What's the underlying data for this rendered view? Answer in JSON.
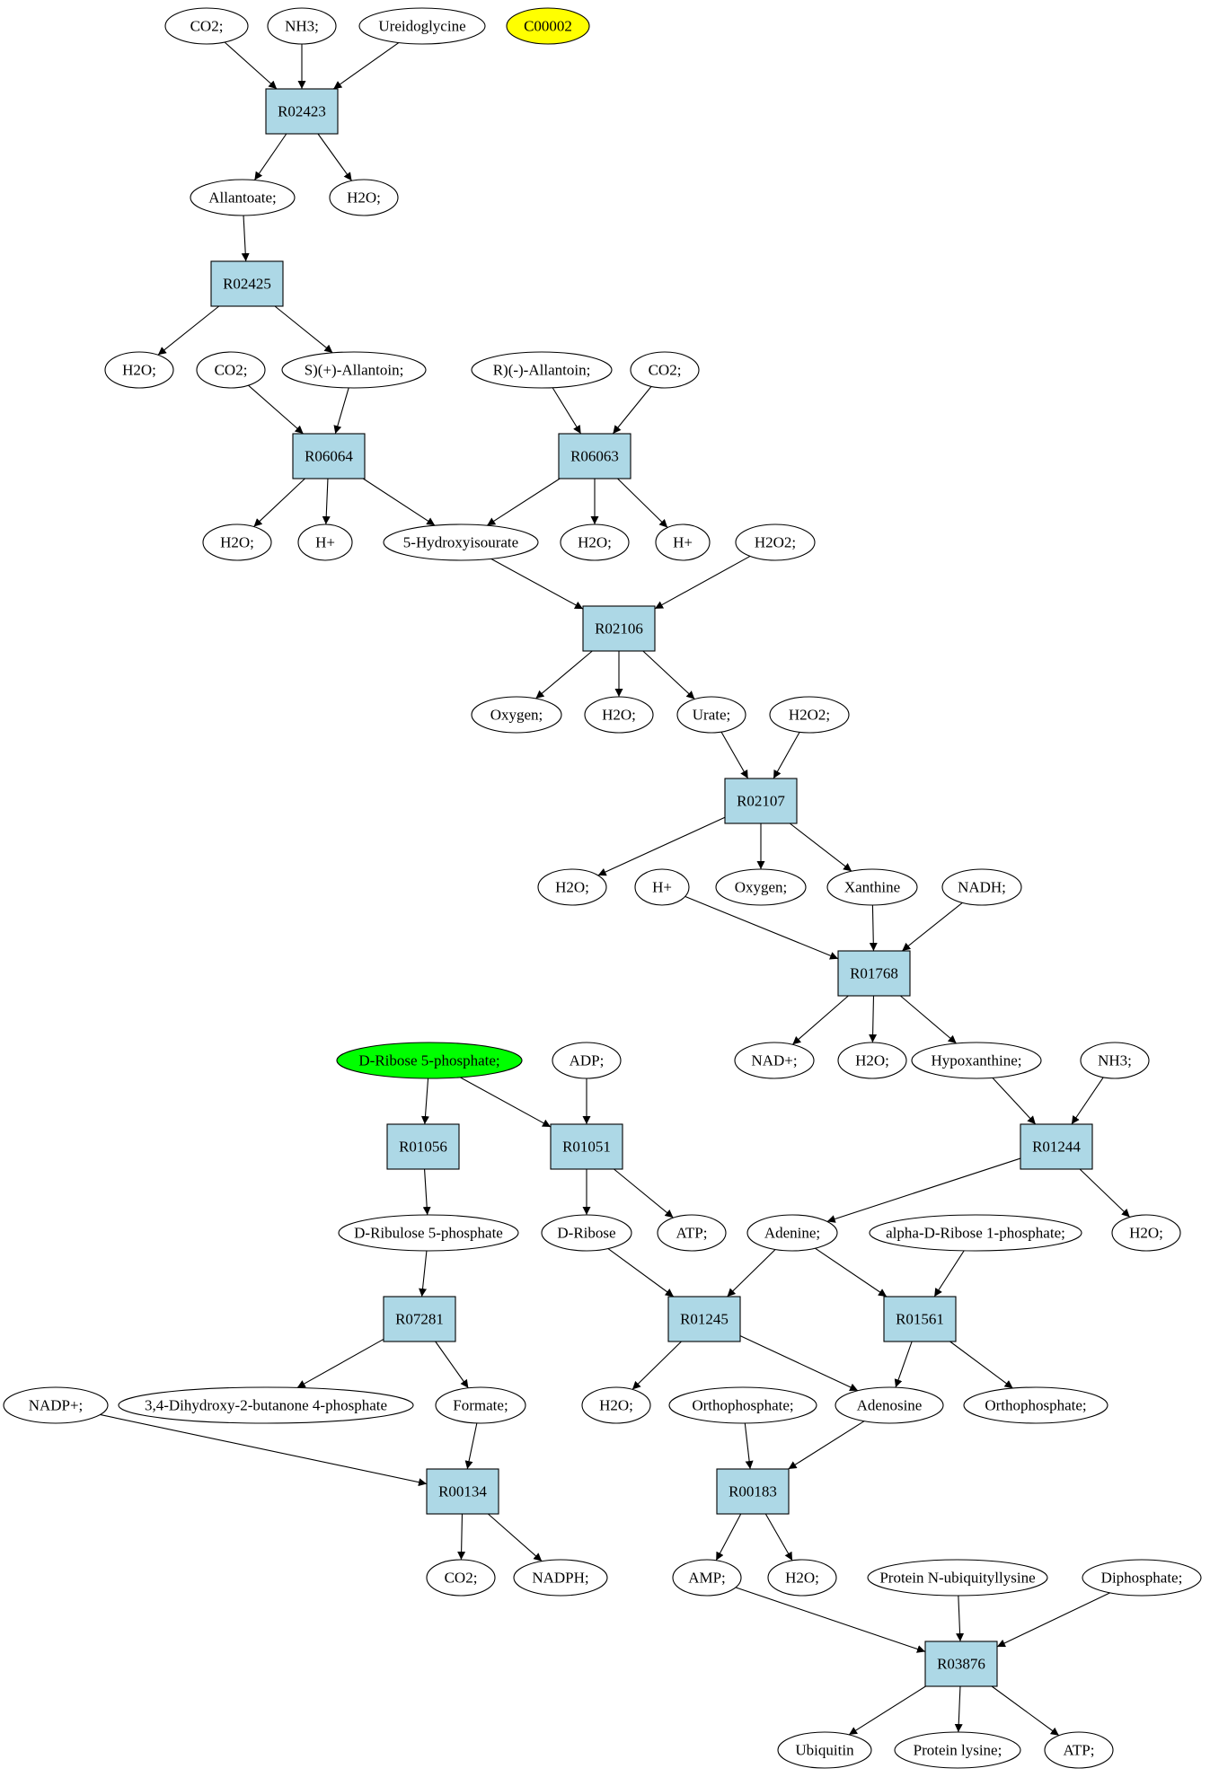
{
  "colors": {
    "reaction_fill": "#add8e6",
    "compound_fill": "#ffffff",
    "yellow_fill": "#ffff00",
    "green_fill": "#00ff00",
    "stroke": "#000000"
  },
  "nodes": {
    "co2_a": {
      "label": "CO2;",
      "kind": "compound"
    },
    "nh3_a": {
      "label": "NH3;",
      "kind": "compound"
    },
    "ureidoglycine": {
      "label": "Ureidoglycine",
      "kind": "compound"
    },
    "c00002": {
      "label": "C00002",
      "kind": "compound",
      "fill": "yellow"
    },
    "R02423": {
      "label": "R02423",
      "kind": "reaction"
    },
    "allantoate": {
      "label": "Allantoate;",
      "kind": "compound"
    },
    "h2o_a": {
      "label": "H2O;",
      "kind": "compound"
    },
    "R02425": {
      "label": "R02425",
      "kind": "reaction"
    },
    "h2o_b": {
      "label": "H2O;",
      "kind": "compound"
    },
    "co2_b": {
      "label": "CO2;",
      "kind": "compound"
    },
    "s_allantoin": {
      "label": "S)(+)-Allantoin;",
      "kind": "compound"
    },
    "r_allantoin": {
      "label": "R)(-)-Allantoin;",
      "kind": "compound"
    },
    "co2_c": {
      "label": "CO2;",
      "kind": "compound"
    },
    "R06064": {
      "label": "R06064",
      "kind": "reaction"
    },
    "R06063": {
      "label": "R06063",
      "kind": "reaction"
    },
    "h2o_c": {
      "label": "H2O;",
      "kind": "compound"
    },
    "hplus_a": {
      "label": "H+",
      "kind": "compound"
    },
    "hydroxyisourate": {
      "label": "5-Hydroxyisourate",
      "kind": "compound"
    },
    "h2o_d": {
      "label": "H2O;",
      "kind": "compound"
    },
    "hplus_b": {
      "label": "H+",
      "kind": "compound"
    },
    "h2o2_a": {
      "label": "H2O2;",
      "kind": "compound"
    },
    "R02106": {
      "label": "R02106",
      "kind": "reaction"
    },
    "oxygen_a": {
      "label": "Oxygen;",
      "kind": "compound"
    },
    "h2o_e": {
      "label": "H2O;",
      "kind": "compound"
    },
    "urate": {
      "label": "Urate;",
      "kind": "compound"
    },
    "h2o2_b": {
      "label": "H2O2;",
      "kind": "compound"
    },
    "R02107": {
      "label": "R02107",
      "kind": "reaction"
    },
    "h2o_f": {
      "label": "H2O;",
      "kind": "compound"
    },
    "hplus_c": {
      "label": "H+",
      "kind": "compound"
    },
    "oxygen_b": {
      "label": "Oxygen;",
      "kind": "compound"
    },
    "xanthine": {
      "label": "Xanthine",
      "kind": "compound"
    },
    "nadh": {
      "label": "NADH;",
      "kind": "compound"
    },
    "R01768": {
      "label": "R01768",
      "kind": "reaction"
    },
    "nadplus": {
      "label": "NAD+;",
      "kind": "compound"
    },
    "h2o_g": {
      "label": "H2O;",
      "kind": "compound"
    },
    "hypoxanthine": {
      "label": "Hypoxanthine;",
      "kind": "compound"
    },
    "nh3_b": {
      "label": "NH3;",
      "kind": "compound"
    },
    "ribose5p": {
      "label": "D-Ribose 5-phosphate;",
      "kind": "compound",
      "fill": "green"
    },
    "adp": {
      "label": "ADP;",
      "kind": "compound"
    },
    "R01056": {
      "label": "R01056",
      "kind": "reaction"
    },
    "R01051": {
      "label": "R01051",
      "kind": "reaction"
    },
    "R01244": {
      "label": "R01244",
      "kind": "reaction"
    },
    "ribulose5p": {
      "label": "D-Ribulose 5-phosphate",
      "kind": "compound"
    },
    "dribose": {
      "label": "D-Ribose",
      "kind": "compound"
    },
    "atp_a": {
      "label": "ATP;",
      "kind": "compound"
    },
    "adenine": {
      "label": "Adenine;",
      "kind": "compound"
    },
    "alpha_ribose1p": {
      "label": "alpha-D-Ribose 1-phosphate;",
      "kind": "compound"
    },
    "h2o_h": {
      "label": "H2O;",
      "kind": "compound"
    },
    "R07281": {
      "label": "R07281",
      "kind": "reaction"
    },
    "R01245": {
      "label": "R01245",
      "kind": "reaction"
    },
    "R01561": {
      "label": "R01561",
      "kind": "reaction"
    },
    "nadpplus": {
      "label": "NADP+;",
      "kind": "compound"
    },
    "dihydroxybutanone": {
      "label": "3,4-Dihydroxy-2-butanone 4-phosphate",
      "kind": "compound"
    },
    "formate": {
      "label": "Formate;",
      "kind": "compound"
    },
    "h2o_i": {
      "label": "H2O;",
      "kind": "compound"
    },
    "orthophosphate_a": {
      "label": "Orthophosphate;",
      "kind": "compound"
    },
    "adenosine": {
      "label": "Adenosine",
      "kind": "compound"
    },
    "orthophosphate_b": {
      "label": "Orthophosphate;",
      "kind": "compound"
    },
    "R00134": {
      "label": "R00134",
      "kind": "reaction"
    },
    "R00183": {
      "label": "R00183",
      "kind": "reaction"
    },
    "co2_d": {
      "label": "CO2;",
      "kind": "compound"
    },
    "nadph": {
      "label": "NADPH;",
      "kind": "compound"
    },
    "amp": {
      "label": "AMP;",
      "kind": "compound"
    },
    "h2o_j": {
      "label": "H2O;",
      "kind": "compound"
    },
    "protein_ubiq": {
      "label": "Protein N-ubiquityllysine",
      "kind": "compound"
    },
    "diphosphate": {
      "label": "Diphosphate;",
      "kind": "compound"
    },
    "R03876": {
      "label": "R03876",
      "kind": "reaction"
    },
    "ubiquitin": {
      "label": "Ubiquitin",
      "kind": "compound"
    },
    "protein_lysine": {
      "label": "Protein lysine;",
      "kind": "compound"
    },
    "atp_b": {
      "label": "ATP;",
      "kind": "compound"
    }
  },
  "edges": [
    [
      "co2_a",
      "R02423"
    ],
    [
      "nh3_a",
      "R02423"
    ],
    [
      "ureidoglycine",
      "R02423"
    ],
    [
      "R02423",
      "allantoate"
    ],
    [
      "R02423",
      "h2o_a"
    ],
    [
      "allantoate",
      "R02425"
    ],
    [
      "R02425",
      "h2o_b"
    ],
    [
      "R02425",
      "s_allantoin"
    ],
    [
      "co2_b",
      "R06064"
    ],
    [
      "s_allantoin",
      "R06064"
    ],
    [
      "r_allantoin",
      "R06063"
    ],
    [
      "co2_c",
      "R06063"
    ],
    [
      "R06064",
      "h2o_c"
    ],
    [
      "R06064",
      "hplus_a"
    ],
    [
      "R06064",
      "hydroxyisourate"
    ],
    [
      "R06063",
      "hydroxyisourate"
    ],
    [
      "R06063",
      "h2o_d"
    ],
    [
      "R06063",
      "hplus_b"
    ],
    [
      "hydroxyisourate",
      "R02106"
    ],
    [
      "h2o2_a",
      "R02106"
    ],
    [
      "R02106",
      "oxygen_a"
    ],
    [
      "R02106",
      "h2o_e"
    ],
    [
      "R02106",
      "urate"
    ],
    [
      "urate",
      "R02107"
    ],
    [
      "h2o2_b",
      "R02107"
    ],
    [
      "R02107",
      "h2o_f"
    ],
    [
      "R02107",
      "oxygen_b"
    ],
    [
      "R02107",
      "xanthine"
    ],
    [
      "hplus_c",
      "R01768"
    ],
    [
      "xanthine",
      "R01768"
    ],
    [
      "nadh",
      "R01768"
    ],
    [
      "R01768",
      "nadplus"
    ],
    [
      "R01768",
      "h2o_g"
    ],
    [
      "R01768",
      "hypoxanthine"
    ],
    [
      "hypoxanthine",
      "R01244"
    ],
    [
      "nh3_b",
      "R01244"
    ],
    [
      "ribose5p",
      "R01056"
    ],
    [
      "ribose5p",
      "R01051"
    ],
    [
      "adp",
      "R01051"
    ],
    [
      "R01056",
      "ribulose5p"
    ],
    [
      "R01051",
      "dribose"
    ],
    [
      "R01051",
      "atp_a"
    ],
    [
      "R01244",
      "adenine"
    ],
    [
      "R01244",
      "h2o_h"
    ],
    [
      "ribulose5p",
      "R07281"
    ],
    [
      "dribose",
      "R01245"
    ],
    [
      "adenine",
      "R01245"
    ],
    [
      "adenine",
      "R01561"
    ],
    [
      "alpha_ribose1p",
      "R01561"
    ],
    [
      "R07281",
      "dihydroxybutanone"
    ],
    [
      "R07281",
      "formate"
    ],
    [
      "R01245",
      "h2o_i"
    ],
    [
      "R01245",
      "adenosine"
    ],
    [
      "R01561",
      "adenosine"
    ],
    [
      "R01561",
      "orthophosphate_b"
    ],
    [
      "nadpplus",
      "R00134"
    ],
    [
      "formate",
      "R00134"
    ],
    [
      "orthophosphate_a",
      "R00183"
    ],
    [
      "adenosine",
      "R00183"
    ],
    [
      "R00134",
      "co2_d"
    ],
    [
      "R00134",
      "nadph"
    ],
    [
      "R00183",
      "amp"
    ],
    [
      "R00183",
      "h2o_j"
    ],
    [
      "amp",
      "R03876"
    ],
    [
      "protein_ubiq",
      "R03876"
    ],
    [
      "diphosphate",
      "R03876"
    ],
    [
      "R03876",
      "ubiquitin"
    ],
    [
      "R03876",
      "protein_lysine"
    ],
    [
      "R03876",
      "atp_b"
    ]
  ]
}
